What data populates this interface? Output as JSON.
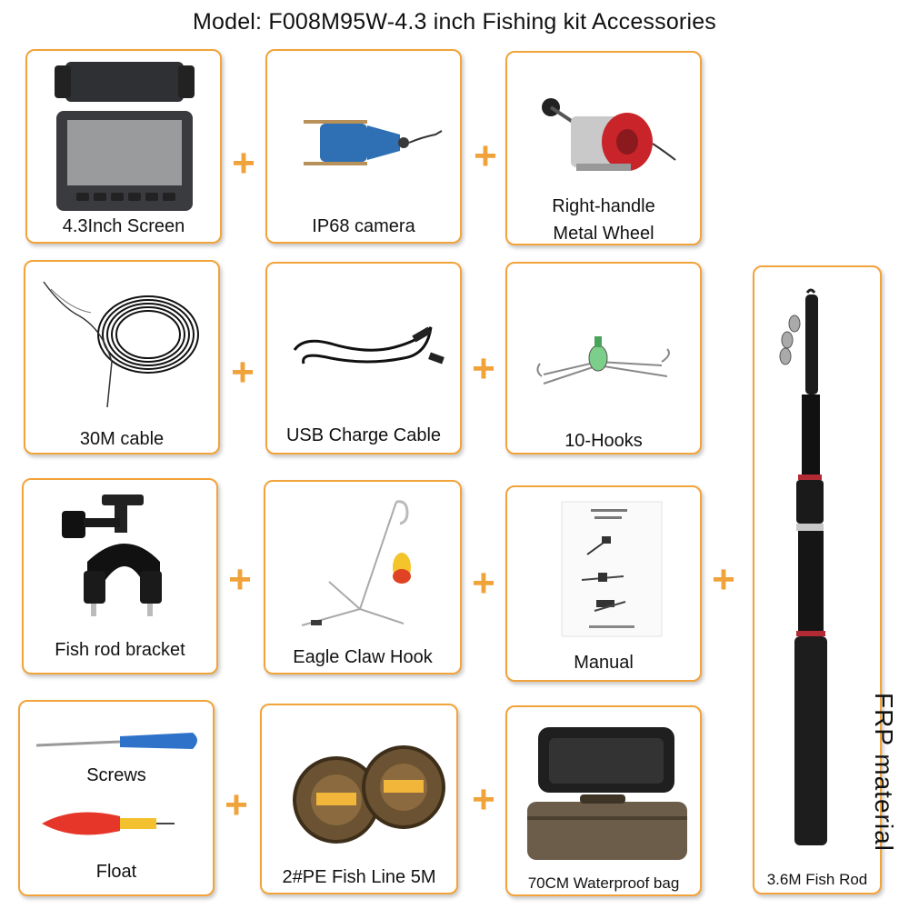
{
  "title": "Model: F008M95W-4.3 inch Fishing kit   Accessories",
  "accent_color": "#f2a33a",
  "plus_symbol": "+",
  "items": {
    "screen": "4.3Inch Screen",
    "camera": "IP68 camera",
    "wheel_line1": "Right-handle",
    "wheel_line2": "Metal Wheel",
    "cable": "30M cable",
    "usb": "USB Charge Cable",
    "hooks": "10-Hooks",
    "bracket": "Fish rod bracket",
    "eagle": "Eagle Claw Hook",
    "manual": "Manual",
    "screws": "Screws",
    "float": "Float",
    "line": "2#PE Fish Line 5M",
    "bag": "70CM Waterproof bag",
    "rod": "3.6M Fish Rod",
    "rod_material": "FRP material"
  },
  "icons": [
    "screen-icon",
    "camera-icon",
    "reel-icon",
    "cable-coil-icon",
    "usb-cable-icon",
    "hooks-icon",
    "bracket-icon",
    "claw-hook-icon",
    "manual-icon",
    "screwdriver-icon",
    "float-icon",
    "fishing-line-icon",
    "bag-icon",
    "fishing-rod-icon"
  ]
}
